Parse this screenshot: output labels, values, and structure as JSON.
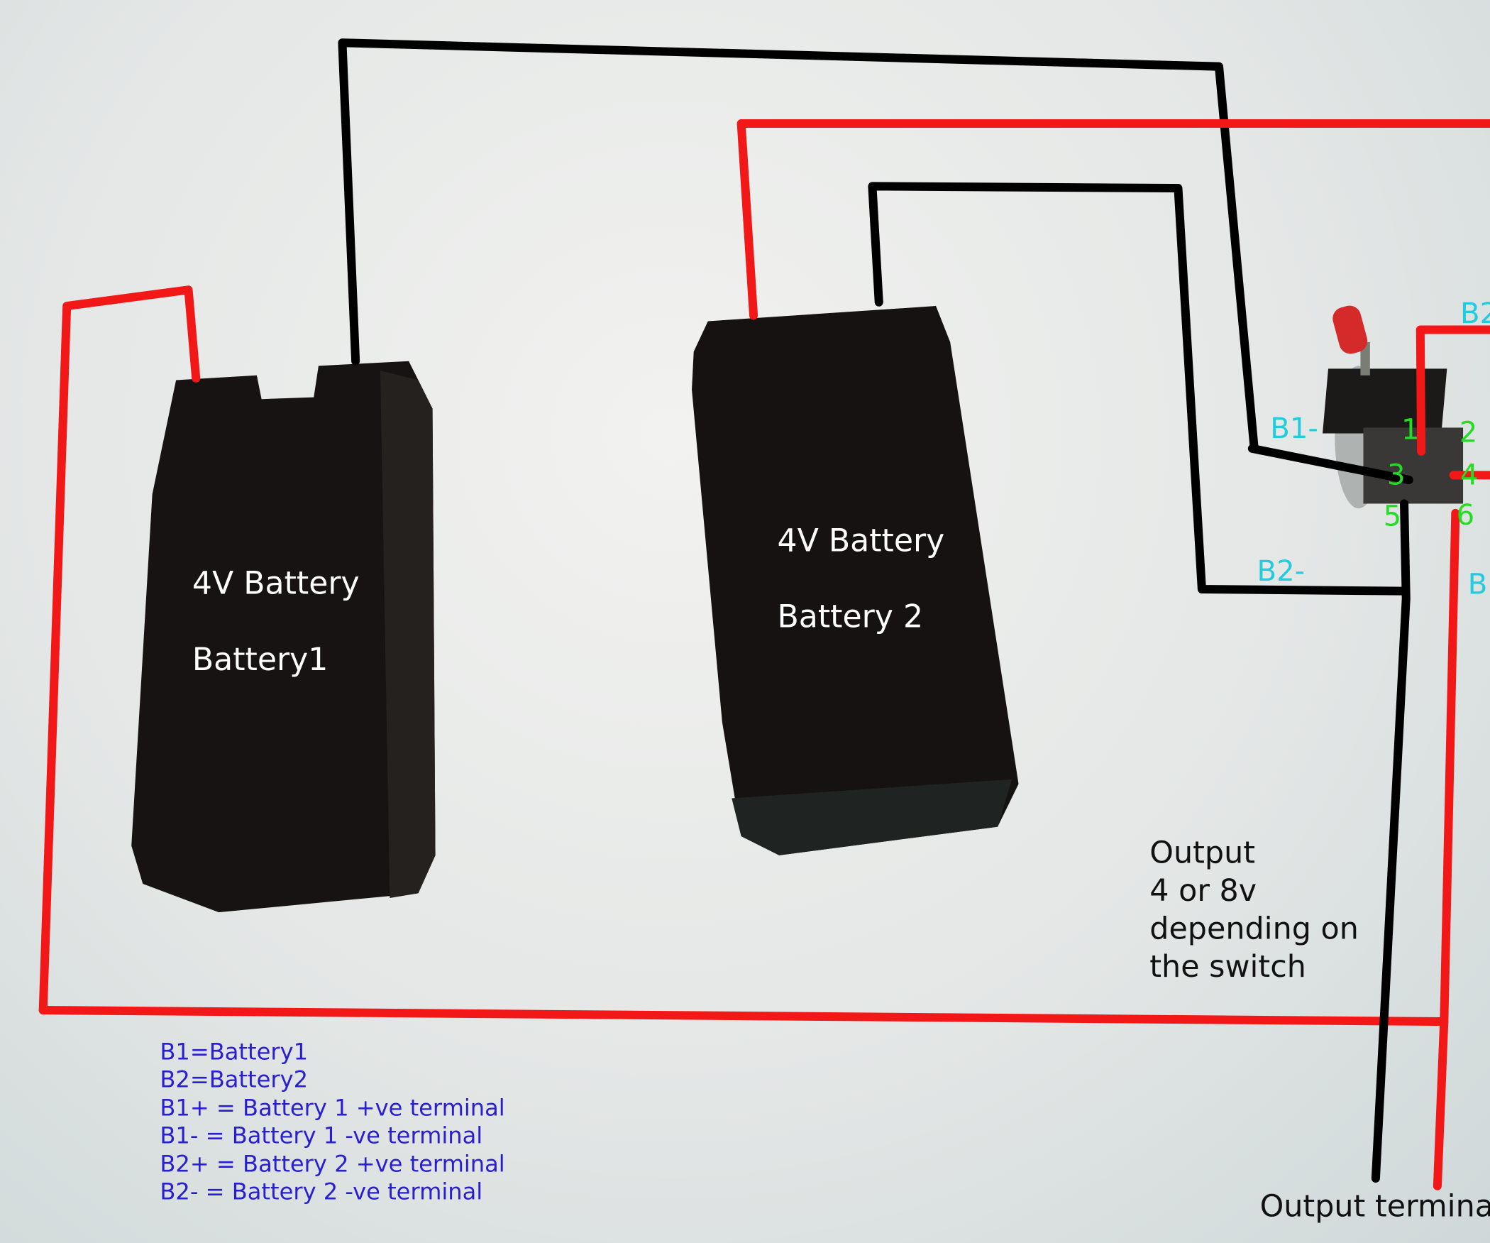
{
  "battery1": {
    "label_voltage": "4V Battery",
    "label_name": "Battery1"
  },
  "battery2": {
    "label_voltage": "4V Battery",
    "label_name": "Battery 2"
  },
  "switch_labels": {
    "b1_minus": "B1-",
    "b2_minus": "B2-",
    "b2_top_partial": "B2",
    "b_right_partial": "B",
    "pins": [
      "1",
      "2",
      "3",
      "4",
      "5",
      "6"
    ]
  },
  "output_note": [
    "Output",
    "4 or 8v",
    "depending on",
    "the switch"
  ],
  "output_terminal": "Output termina",
  "legend": [
    "B1=Battery1",
    "B2=Battery2",
    "B1+ = Battery 1 +ve terminal",
    "B1- = Battery 1 -ve terminal",
    "B2+ = Battery 2 +ve terminal",
    "B2- = Battery 2 -ve terminal"
  ],
  "colors": {
    "positive_wire": "#f21818",
    "negative_wire": "#000000",
    "pin_label": "#22dd22",
    "terminal_label": "#22ccdd",
    "legend_text": "#2a1fd0"
  }
}
